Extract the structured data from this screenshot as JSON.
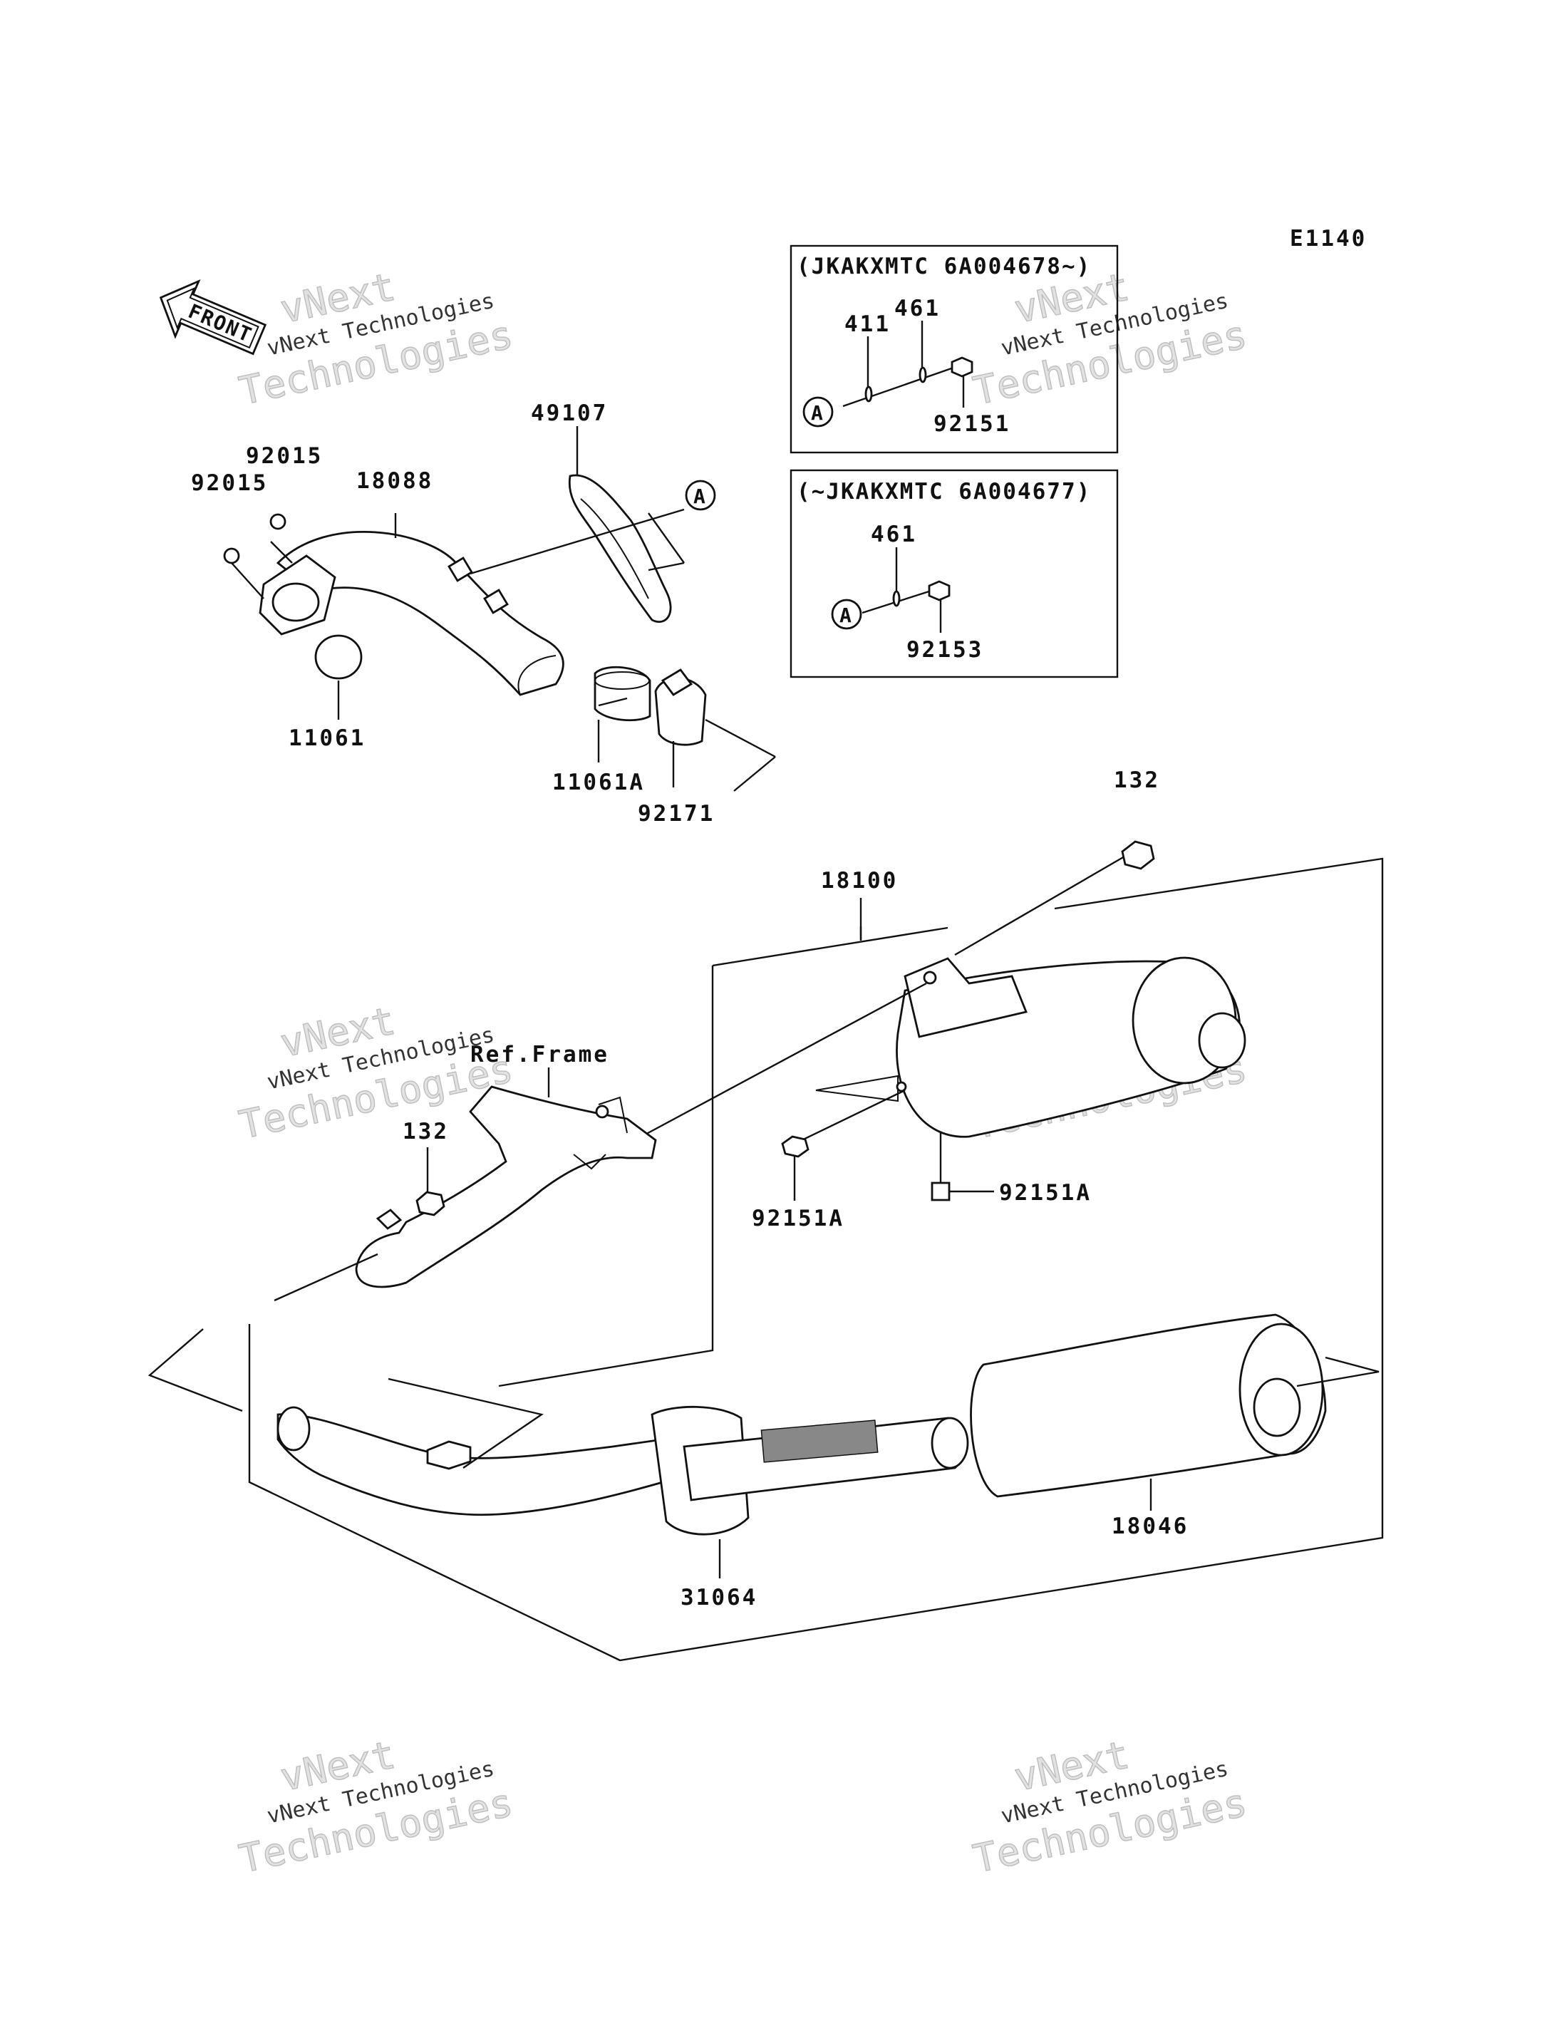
{
  "diagram_code": "E1140",
  "front_label": "FRONT",
  "callout_letter": "A",
  "boxes": {
    "upper": {
      "title": "(JKAKXMTC 6A004678~)",
      "parts": [
        "411",
        "461",
        "92151"
      ]
    },
    "lower": {
      "title": "(~JKAKXMTC 6A004677)",
      "parts": [
        "461",
        "92153"
      ]
    }
  },
  "parts": {
    "p49107": "49107",
    "p92015a": "92015",
    "p92015b": "92015",
    "p18088": "18088",
    "p11061": "11061",
    "p11061A": "11061A",
    "p92171": "92171",
    "p132a": "132",
    "p132b": "132",
    "p18100": "18100",
    "ref_frame": "Ref.Frame",
    "p92151Aa": "92151A",
    "p92151Ab": "92151A",
    "p18046": "18046",
    "p31064": "31064"
  },
  "watermark": {
    "line1": "vNext",
    "line2": "vNext Technologies",
    "line3": "Technologies"
  }
}
